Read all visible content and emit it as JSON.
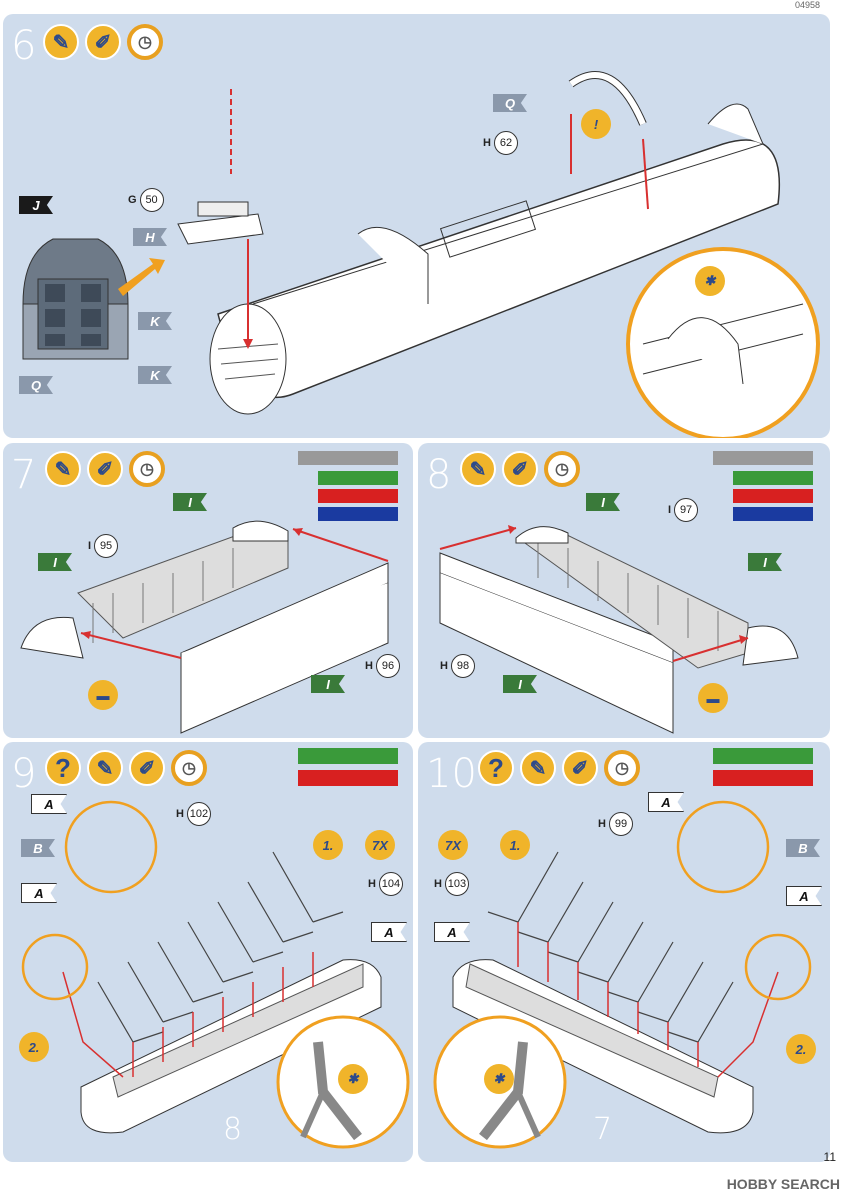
{
  "page_code": "04958",
  "page_number": "11",
  "watermark": "HOBBY SEARCH",
  "step6": {
    "number": "6",
    "parts": [
      {
        "prefix": "G",
        "num": "50"
      },
      {
        "prefix": "H",
        "num": "62"
      }
    ],
    "flags": [
      "J",
      "H",
      "K",
      "K",
      "Q",
      "Q"
    ]
  },
  "step7": {
    "number": "7",
    "parts": [
      {
        "prefix": "I",
        "num": "95"
      },
      {
        "prefix": "H",
        "num": "96"
      }
    ],
    "flags": [
      "I",
      "I",
      "I"
    ]
  },
  "step8": {
    "number": "8",
    "parts": [
      {
        "prefix": "I",
        "num": "97"
      },
      {
        "prefix": "H",
        "num": "98"
      }
    ],
    "flags": [
      "I",
      "I",
      "I"
    ]
  },
  "step9": {
    "number": "9",
    "parts": [
      {
        "prefix": "H",
        "num": "102"
      },
      {
        "prefix": "H",
        "num": "104"
      }
    ],
    "flags": [
      "A",
      "B",
      "A",
      "A"
    ],
    "badges": [
      "1.",
      "7X",
      "2."
    ],
    "ref": "8"
  },
  "step10": {
    "number": "10",
    "parts": [
      {
        "prefix": "H",
        "num": "99"
      },
      {
        "prefix": "H",
        "num": "103"
      }
    ],
    "flags": [
      "A",
      "B",
      "A",
      "A"
    ],
    "badges": [
      "7X",
      "1.",
      "2."
    ],
    "ref": "7"
  },
  "colors": {
    "panel": "#cfdcec",
    "accent": "#f0b42a",
    "arrow": "#d83030",
    "green": "#3a7a3a",
    "red": "#d82020",
    "blue": "#1a3aa0",
    "grey": "#999999"
  }
}
